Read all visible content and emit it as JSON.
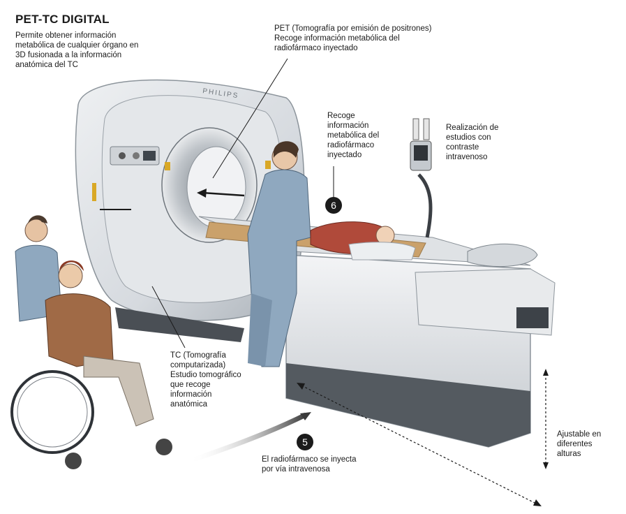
{
  "header": {
    "title": "PET-TC DIGITAL",
    "intro": "Permite obtener información\nmetabólica de cualquier órgano en\n3D fusionada a la información\nanatómica del TC"
  },
  "callouts": {
    "pet": "PET (Tomografía por emisión de positrones)\nRecoge información metabólica del\nradiofármaco inyectado",
    "metabolic": "Recoge\ninformación\nmetabólica del\nradiofármaco\ninyectado",
    "contrast": "Realización de\nestudios con\ncontraste\nintravenoso",
    "ct": "TC (Tomografía\ncomputarizada)\nEstudio tomográfico\nque recoge\ninformación\nanatómica",
    "injection": "El radiofármaco se inyecta\npor vía intravenosa",
    "height": "Ajustable en\ndiferentes\nalturas"
  },
  "steps": {
    "step_5": "5",
    "step_6": "6"
  },
  "brand": {
    "label": "PHILIPS"
  },
  "colors": {
    "scanner_body": "#d9dde1",
    "scanner_shadow": "#9aa2aa",
    "gurney_pad": "#caa16b",
    "scrubs": "#8fa8bf",
    "patient_gown": "#b04a3a",
    "badge": "#1b1b1b"
  }
}
